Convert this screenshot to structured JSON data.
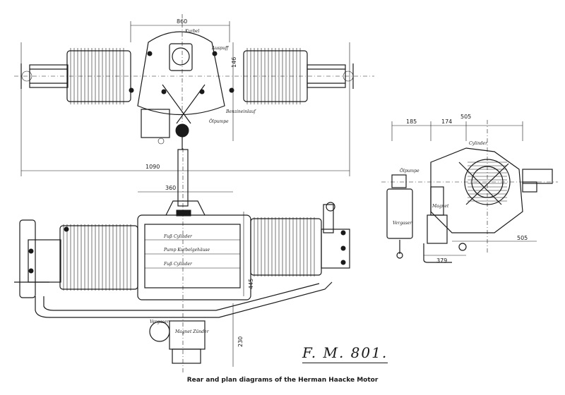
{
  "caption": "Rear and plan diagrams of the Herman Haacke Motor",
  "figure_code": "F. M. 801.",
  "rear_view": {
    "dimensions": {
      "top_width": "860",
      "overall_width": "1090",
      "right_height": "146"
    },
    "labels": {
      "crank": "Kurbel",
      "exhaust": "Auspuff",
      "oil_pump": "Ölpumpe",
      "fuel_inlet": "Benzineinlauf"
    }
  },
  "plan_view": {
    "dimensions": {
      "width": "360",
      "height": "230",
      "side": "445"
    },
    "labels": {
      "row1": "Fuß Cylinder",
      "row2": "Pump Kurbelgehäuse",
      "row3": "Fuß Cylinder",
      "magneto": "Magnet Zünder",
      "carburettor": "Vergaser"
    }
  },
  "side_view": {
    "dimensions": {
      "left": "185",
      "mid": "174",
      "top": "505",
      "bottom": "505",
      "foot": "379"
    },
    "labels": {
      "oil_pump": "Ölpumpe",
      "magneto": "Magnet",
      "cylinder": "Cylinder",
      "carburettor": "Vergaser"
    }
  }
}
